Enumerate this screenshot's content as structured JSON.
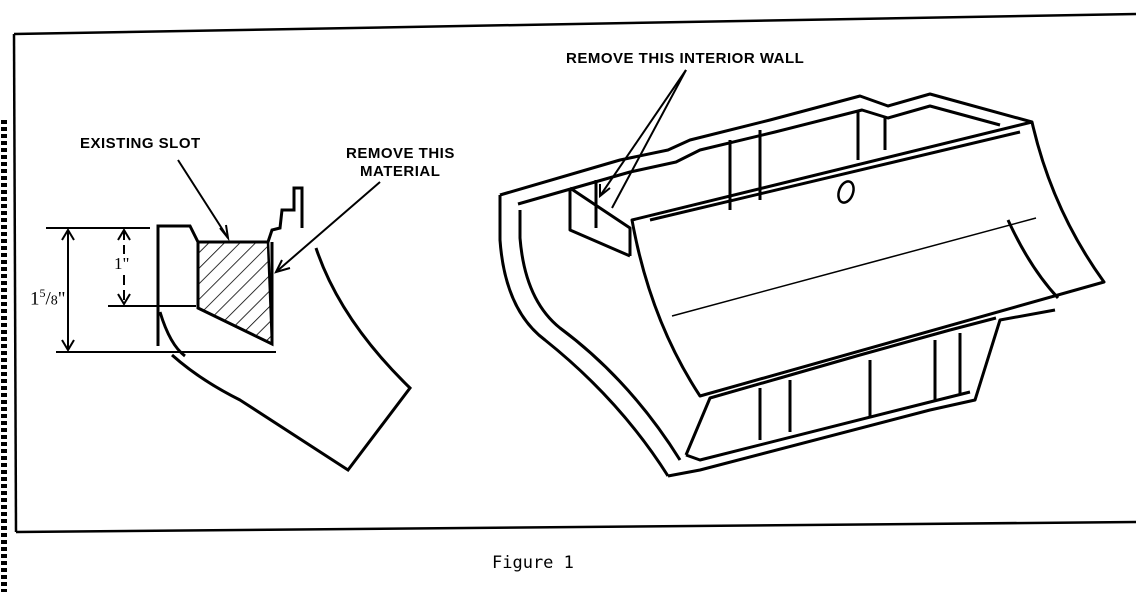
{
  "labels": {
    "existing_slot": "EXISTING SLOT",
    "remove_material_line1": "REMOVE THIS",
    "remove_material_line2": "MATERIAL",
    "remove_wall": "REMOVE THIS INTERIOR WALL"
  },
  "dimensions": {
    "outer_whole": "1",
    "outer_fraction_num": "5",
    "outer_fraction_den": "8",
    "outer_unit": "\"",
    "inner": "1\""
  },
  "caption": "Figure 1"
}
